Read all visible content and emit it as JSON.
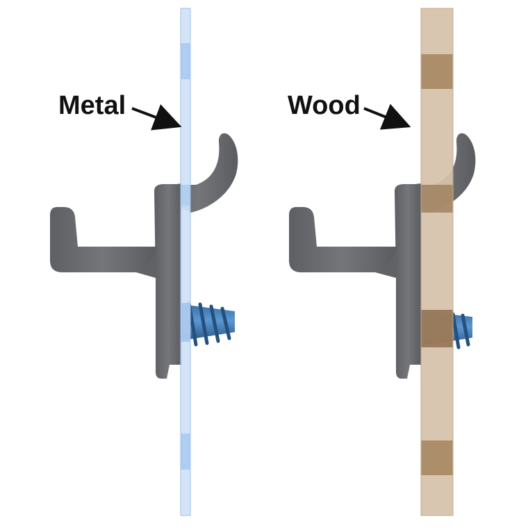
{
  "labels": {
    "metal": "Metal",
    "wood": "Wood"
  },
  "panels": [
    {
      "material": "metal",
      "color": "#cfe2f7",
      "band_color": "#a9cbf0",
      "edge_color": "#9dbfe6"
    },
    {
      "material": "wood",
      "color": "#d6c2aa",
      "band_color": "#a88a64",
      "edge_color": "#c2ab90"
    }
  ],
  "colors": {
    "hook": "#696b6f",
    "hook_shadow": "#55575b",
    "hook_highlight": "#7c7e82",
    "screw": "#4a86c0",
    "screw_dark": "#2f5f8f",
    "screw_in_wood": "#7a5a3a",
    "arrow": "#111111"
  },
  "icons": {
    "metal_arrow": "arrow-icon",
    "wood_arrow": "arrow-icon"
  }
}
